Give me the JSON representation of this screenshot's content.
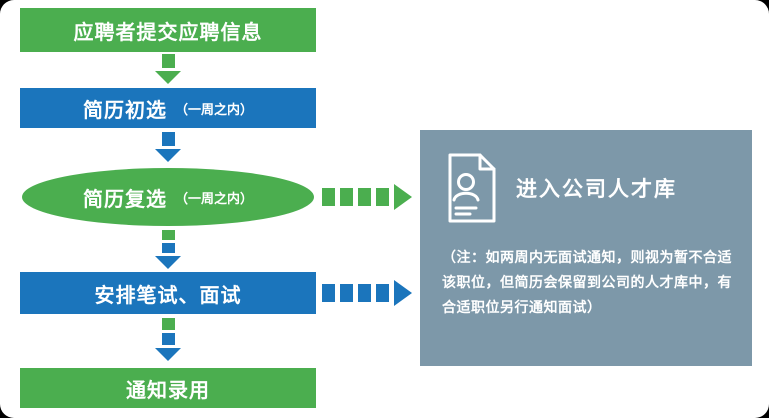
{
  "colors": {
    "green": "#4BAE4F",
    "blue": "#1B75BC",
    "panel": "#7D98A9"
  },
  "flow": {
    "steps": [
      {
        "label": "应聘者提交应聘信息"
      },
      {
        "label": "简历初选",
        "sub": "（一周之内）"
      },
      {
        "label": "简历复选",
        "sub": "（一周之内）"
      },
      {
        "label": "安排笔试、面试"
      },
      {
        "label": "通知录用"
      }
    ]
  },
  "talent_pool": {
    "title": "进入公司人才库",
    "note": "（注：如两周内无面试通知，则视为暂不合适该职位，但简历会保留到公司的人才库中，有合适职位另行通知面试）"
  }
}
